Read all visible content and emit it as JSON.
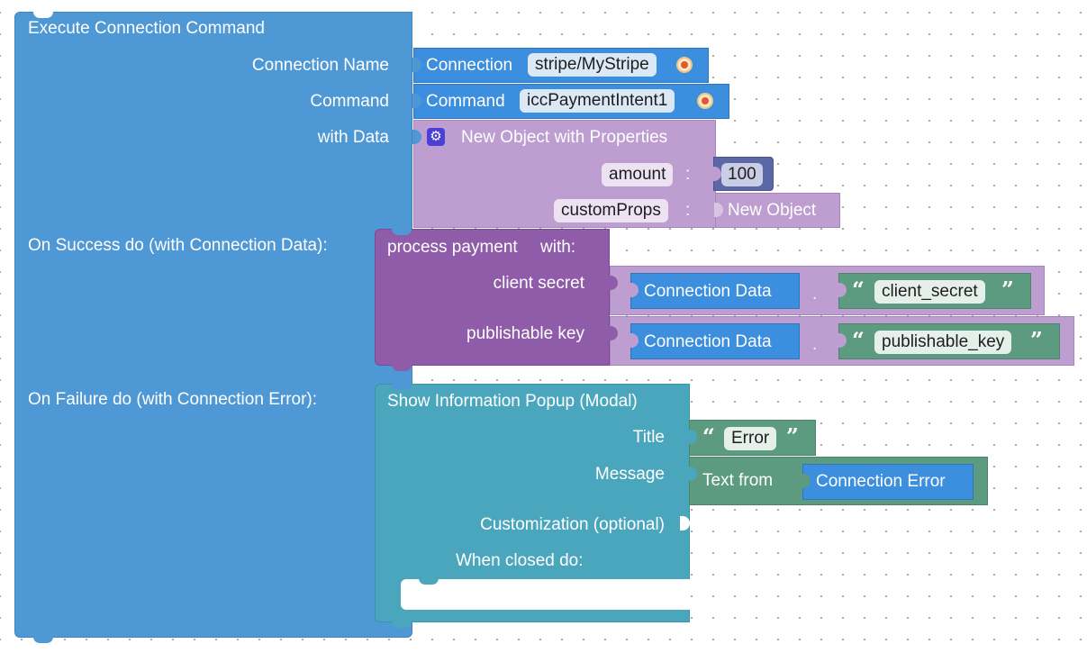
{
  "execute": {
    "title": "Execute Connection Command",
    "connection_name_label": "Connection Name",
    "command_label": "Command",
    "with_data_label": "with Data",
    "on_success_label": "On Success do (with Connection Data):",
    "on_failure_label": "On Failure do (with Connection Error):"
  },
  "connection_block": {
    "label": "Connection",
    "value": "stripe/MyStripe"
  },
  "command_block": {
    "label": "Command",
    "value": "iccPaymentIntent1"
  },
  "new_object": {
    "title": "New Object with Properties",
    "props": [
      {
        "key": "amount",
        "value": "100"
      },
      {
        "key": "customProps",
        "value": "New Object"
      }
    ]
  },
  "process_payment": {
    "title": "process payment",
    "with_label": "with:",
    "params": [
      {
        "label": "client secret",
        "source": "Connection Data",
        "key": "client_secret"
      },
      {
        "label": "publishable key",
        "source": "Connection Data",
        "key": "publishable_key"
      }
    ]
  },
  "popup": {
    "title": "Show Information Popup (Modal)",
    "title_label": "Title",
    "title_value": "Error",
    "message_label": "Message",
    "message_text_from": "Text from",
    "message_source": "Connection Error",
    "customization_label": "Customization (optional)",
    "when_closed_label": "When closed do:"
  },
  "colors": {
    "canvas": "#ffffff",
    "grid_dot": "#9a9a9a",
    "execute_block": "#4f98d6",
    "object_block": "#be9ed0",
    "number_block": "#5b67a6",
    "process_block": "#8e5ca8",
    "data_block": "#3c8edf",
    "string_block": "#5c9b80",
    "popup_block": "#4aa6bd",
    "field_bg": "#e7eff8"
  }
}
